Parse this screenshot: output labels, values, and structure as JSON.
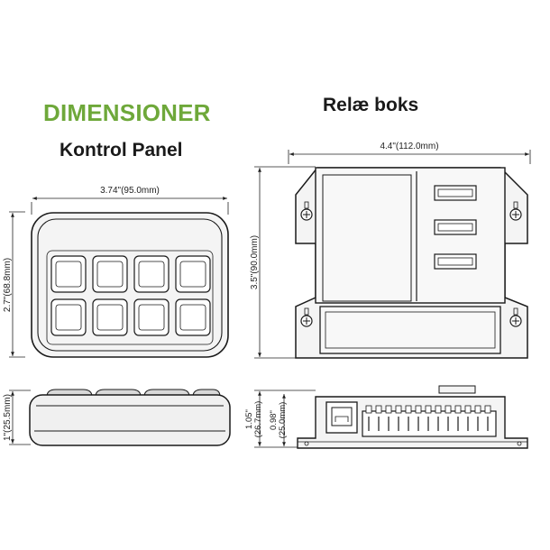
{
  "heading": "DIMENSIONER",
  "relay_title": "Relæ boks",
  "panel_title": "Kontrol Panel",
  "colors": {
    "heading_green": "#6ea83a",
    "line": "#1a1a1a",
    "device_fill": "#f4f4f4"
  },
  "panel": {
    "width_label": "3.74\"(95.0mm)",
    "height_label": "2.7\"(68.8mm)",
    "side_height_label": "1\"(25.5mm)",
    "switch_rows": 2,
    "switch_cols": 4
  },
  "relay_box": {
    "width_label": "4.4\"(112.0mm)",
    "height_label": "3.5\"(90.0mm)",
    "side_height_label_1": "1.05\"",
    "side_height_label_1_mm": "(26.7mm)",
    "side_height_label_2": "0.98\"",
    "side_height_label_2_mm": "(25.0mm)"
  }
}
